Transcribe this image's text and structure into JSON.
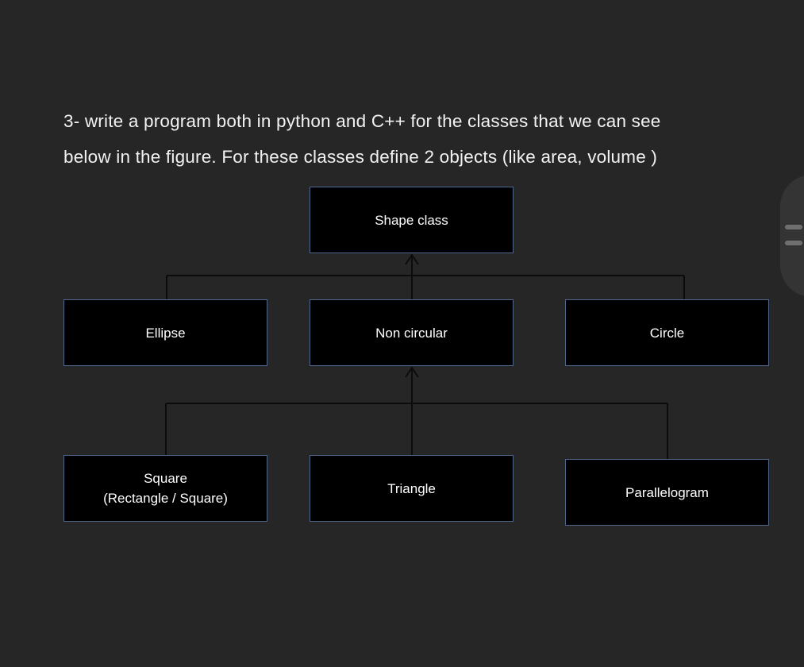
{
  "page": {
    "background_color": "#262626"
  },
  "heading": {
    "line1": "3- write a program both in python and C++ for the classes that we can see",
    "line2": "below in the figure. For these classes define 2 objects (like area, volume  )"
  },
  "diagram": {
    "type": "class-hierarchy",
    "nodes": {
      "shape": {
        "label": "Shape class"
      },
      "ellipse": {
        "label": "Ellipse"
      },
      "noncircular": {
        "label": "Non circular"
      },
      "circle": {
        "label": "Circle"
      },
      "square": {
        "label": "Square",
        "sublabel": "(Rectangle / Square)"
      },
      "triangle": {
        "label": "Triangle"
      },
      "parallelogram": {
        "label": "Parallelogram"
      }
    },
    "edges": [
      {
        "from": "ellipse",
        "to": "shape"
      },
      {
        "from": "noncircular",
        "to": "shape"
      },
      {
        "from": "circle",
        "to": "shape"
      },
      {
        "from": "square",
        "to": "noncircular"
      },
      {
        "from": "triangle",
        "to": "noncircular"
      },
      {
        "from": "parallelogram",
        "to": "noncircular"
      }
    ],
    "colors": {
      "box_fill": "#000000",
      "box_border": "#4f678a",
      "connector_line": "#0c0c0c",
      "text": "#ffffff"
    }
  },
  "side_handle": {
    "fill": "#343434",
    "grip_color": "#6f6f6f"
  }
}
